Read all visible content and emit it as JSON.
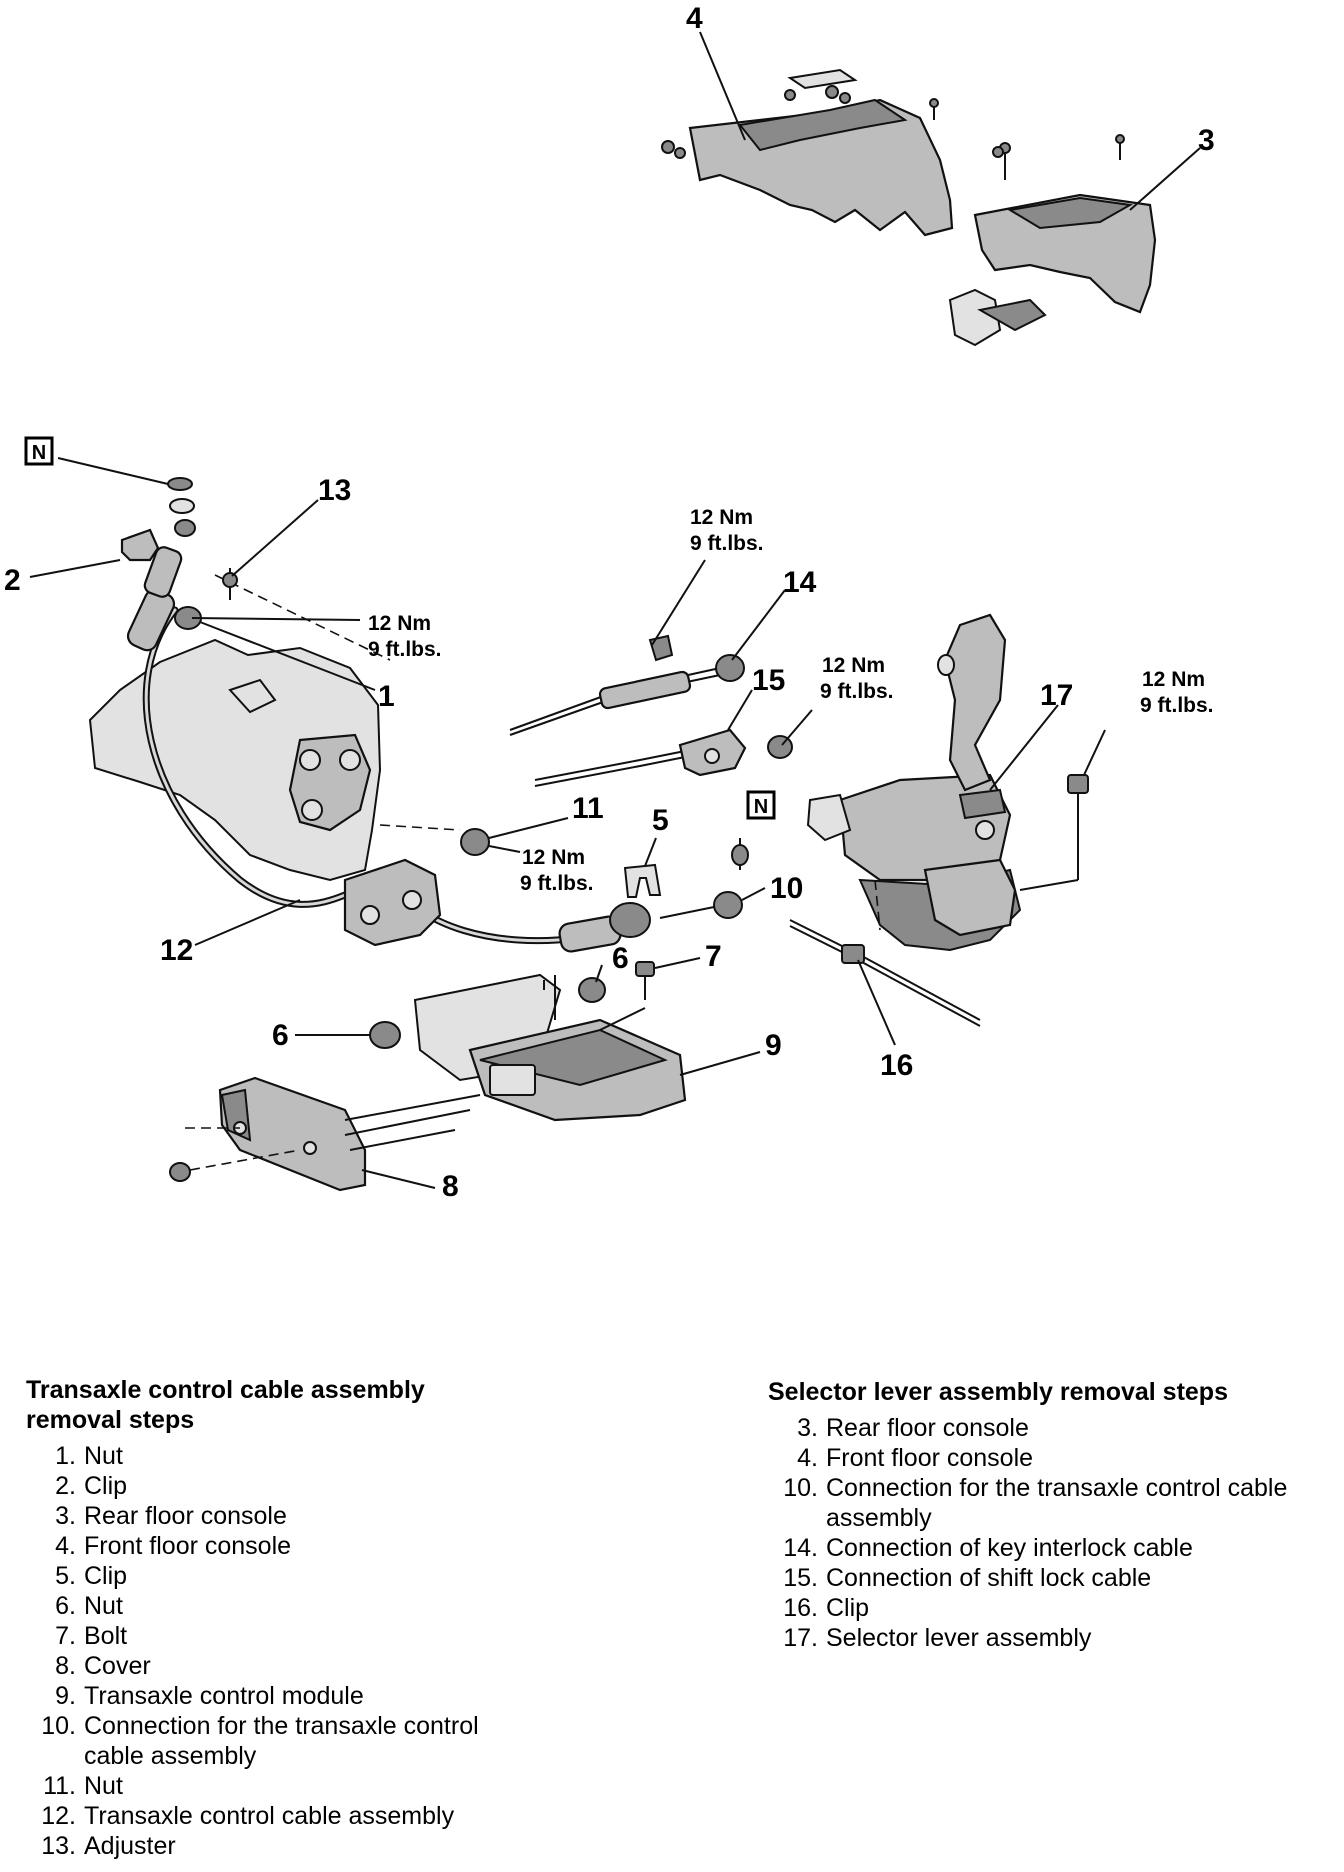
{
  "diagram": {
    "callouts": {
      "c1": "1",
      "c2": "2",
      "c3": "3",
      "c4": "4",
      "c5": "5",
      "c6a": "6",
      "c6b": "6",
      "c7": "7",
      "c8": "8",
      "c9": "9",
      "c10": "10",
      "c11": "11",
      "c12": "12",
      "c13": "13",
      "c14": "14",
      "c15": "15",
      "c16": "16",
      "c17": "17"
    },
    "torque": [
      {
        "nm": "12 Nm",
        "ft": "9 ft.lbs."
      },
      {
        "nm": "12 Nm",
        "ft": "9 ft.lbs."
      },
      {
        "nm": "12 Nm",
        "ft": "9 ft.lbs."
      },
      {
        "nm": "12 Nm",
        "ft": "9 ft.lbs."
      },
      {
        "nm": "12 Nm",
        "ft": "9 ft.lbs."
      }
    ],
    "n_badge": "N"
  },
  "left_list": {
    "title": "Transaxle control cable assembly removal steps",
    "items": [
      {
        "n": "1.",
        "text": "Nut"
      },
      {
        "n": "2.",
        "text": "Clip"
      },
      {
        "n": "3.",
        "text": "Rear floor console"
      },
      {
        "n": "4.",
        "text": "Front floor console"
      },
      {
        "n": "5.",
        "text": "Clip"
      },
      {
        "n": "6.",
        "text": "Nut"
      },
      {
        "n": "7.",
        "text": "Bolt"
      },
      {
        "n": "8.",
        "text": "Cover"
      },
      {
        "n": "9.",
        "text": "Transaxle control module"
      },
      {
        "n": "10.",
        "text": "Connection for the transaxle control cable assembly"
      },
      {
        "n": "11.",
        "text": "Nut"
      },
      {
        "n": "12.",
        "text": "Transaxle control cable assembly"
      },
      {
        "n": "13.",
        "text": "Adjuster"
      }
    ]
  },
  "right_list": {
    "title": "Selector lever assembly removal steps",
    "items": [
      {
        "n": "3.",
        "text": "Rear floor console"
      },
      {
        "n": "4.",
        "text": "Front floor console"
      },
      {
        "n": "10.",
        "text": "Connection for the transaxle control cable assembly"
      },
      {
        "n": "14.",
        "text": "Connection of key interlock cable"
      },
      {
        "n": "15.",
        "text": "Connection of shift lock cable"
      },
      {
        "n": "16.",
        "text": "Clip"
      },
      {
        "n": "17.",
        "text": "Selector lever assembly"
      }
    ]
  }
}
